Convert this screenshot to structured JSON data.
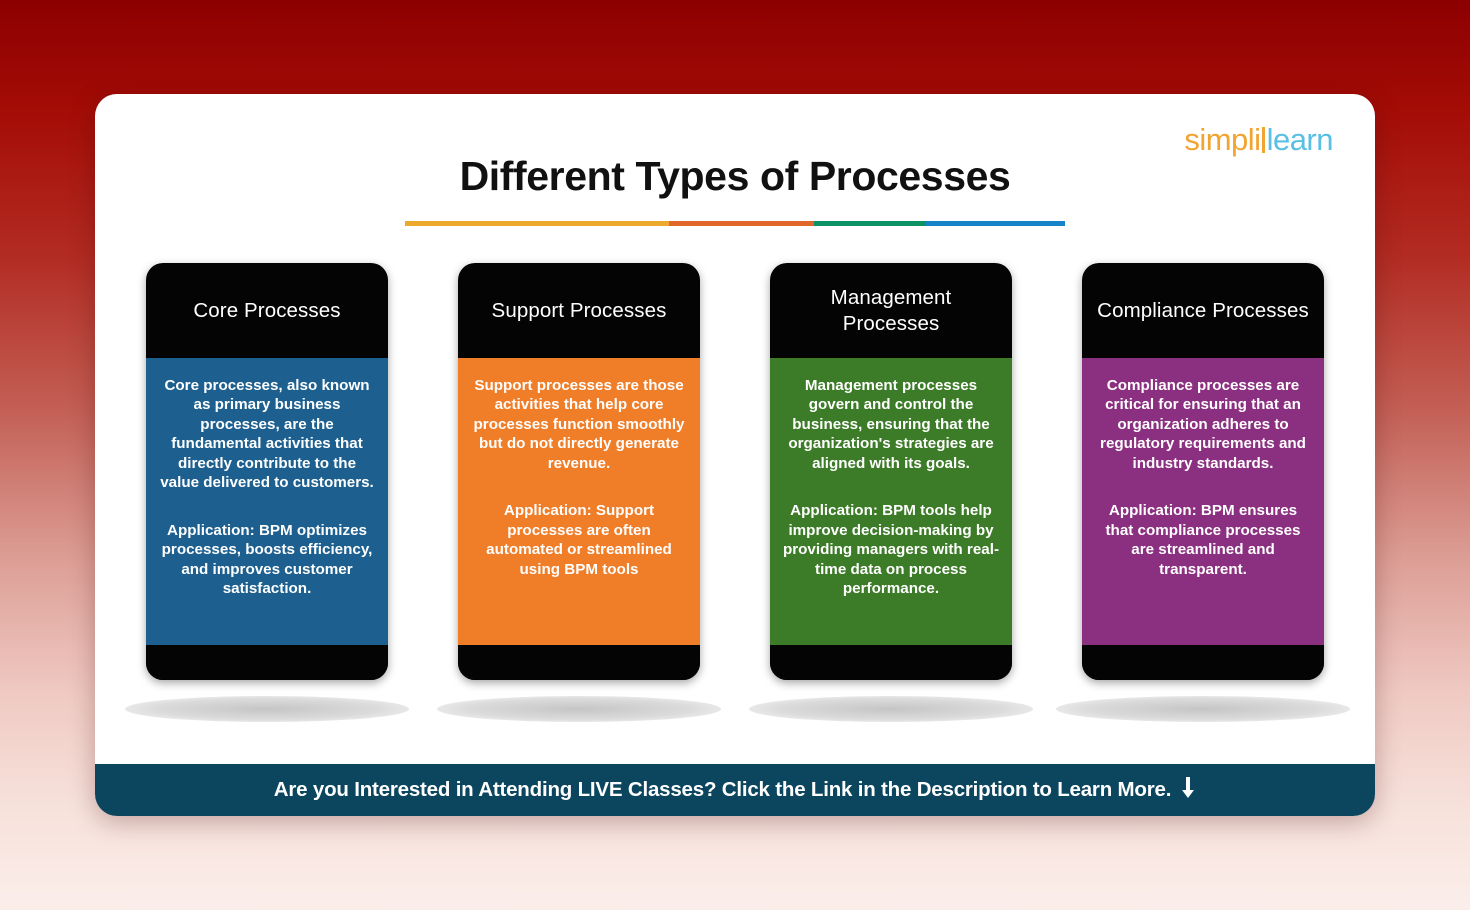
{
  "background": {
    "gradient_top": "#8c0000",
    "gradient_bottom": "#fbeeea"
  },
  "logo": {
    "part1": "simpli",
    "part2": "learn",
    "color1": "#f2a430",
    "color2": "#59bfe3"
  },
  "header": {
    "title": "Different Types of Processes",
    "underline_segments": [
      {
        "color": "#eda92e",
        "width_pct": 40
      },
      {
        "color": "#e2672b",
        "width_pct": 22
      },
      {
        "color": "#0b9265",
        "width_pct": 17
      },
      {
        "color": "#1683c8",
        "width_pct": 21
      }
    ]
  },
  "cards": [
    {
      "title": "Core Processes",
      "body_color": "#1d6090",
      "description": "Core processes, also known as primary business processes, are the fundamental activities that directly contribute to the value delivered to customers.",
      "application": "Application: BPM optimizes processes, boosts efficiency, and improves customer satisfaction."
    },
    {
      "title": "Support Processes",
      "body_color": "#f07d28",
      "description": "Support processes are those activities that help core processes function smoothly but do not directly generate revenue.",
      "application": "Application: Support processes are often automated or streamlined using BPM tools"
    },
    {
      "title": "Management Processes",
      "body_color": "#3c7b27",
      "description": "Management processes govern and control the business, ensuring that the organization's strategies are aligned with its goals.",
      "application": "Application: BPM tools help improve decision-making by providing managers with real-time data on process performance."
    },
    {
      "title": "Compliance Processes",
      "body_color": "#8b2f80",
      "description": "Compliance processes are critical for ensuring that an organization adheres to regulatory requirements and industry standards.",
      "application": "Application: BPM ensures that compliance processes are streamlined and transparent."
    }
  ],
  "footer": {
    "text": "Are you Interested in Attending LIVE Classes? Click the Link in the Description to Learn More.",
    "arrow_icon": "⬇",
    "background_color": "#0b455e"
  }
}
